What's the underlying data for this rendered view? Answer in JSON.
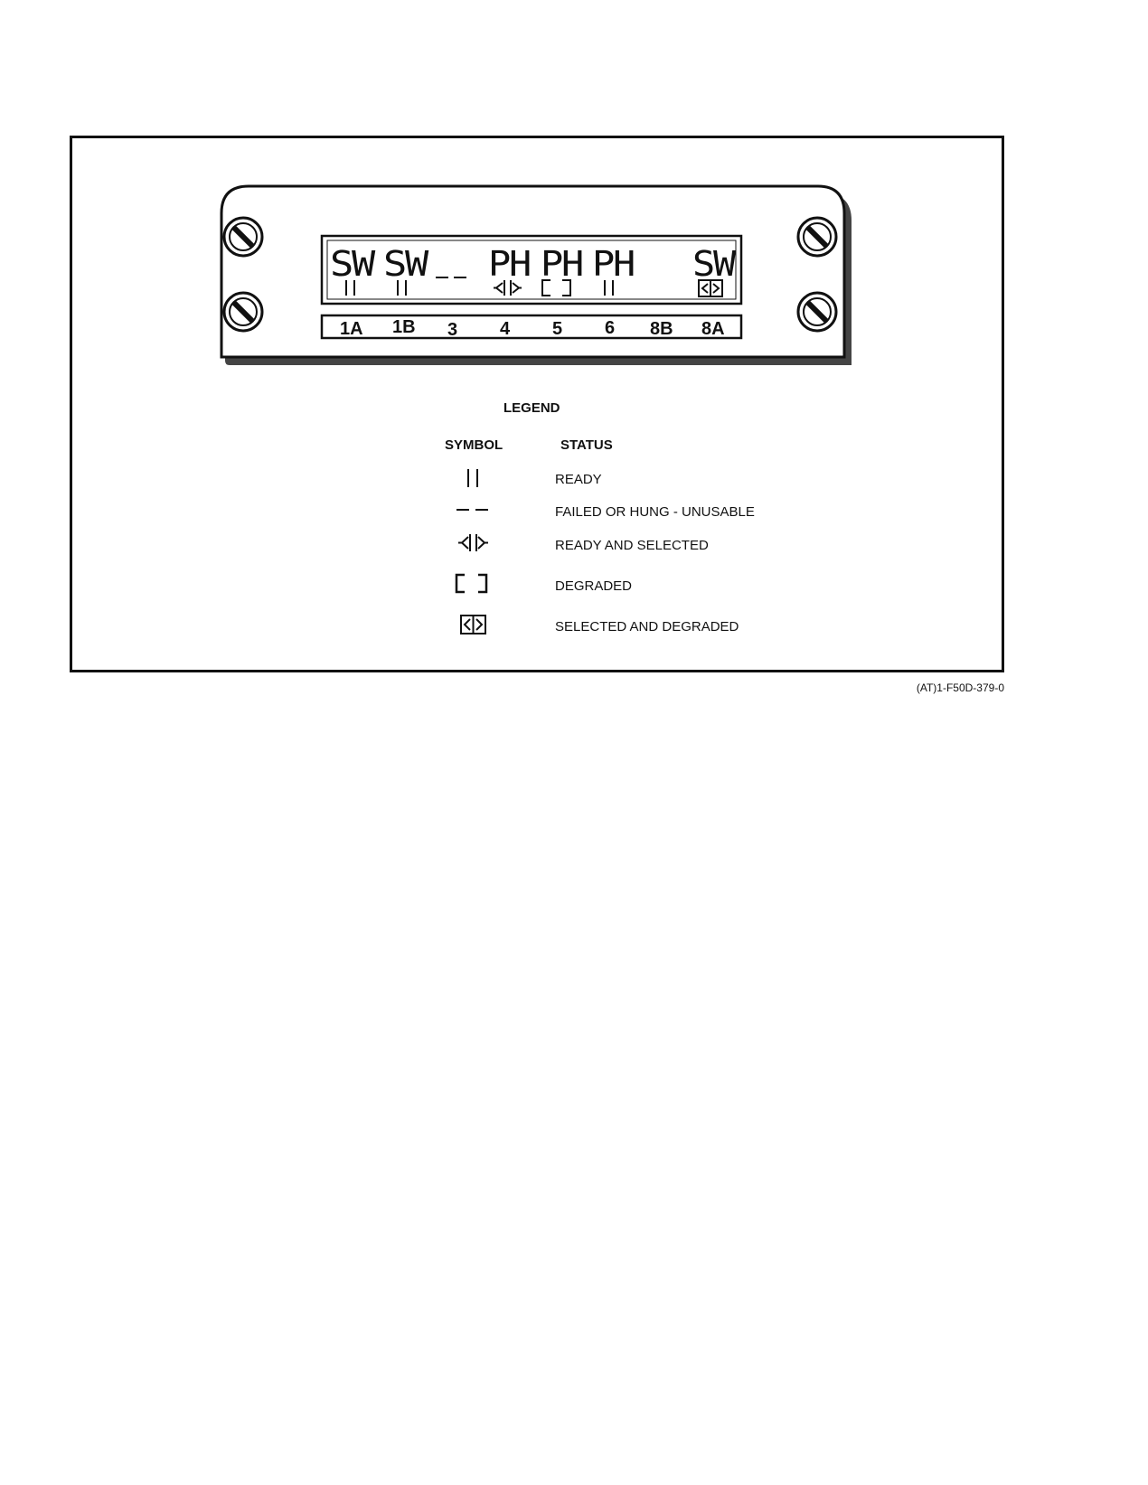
{
  "panel": {
    "mode_labels": [
      "SW",
      "SW",
      "PH",
      "PH",
      "PH",
      "SW"
    ],
    "stations": [
      "1A",
      "1B",
      "3",
      "4",
      "5",
      "6",
      "8B",
      "8A"
    ]
  },
  "legend": {
    "title": "LEGEND",
    "symbol_header": "SYMBOL",
    "status_header": "STATUS",
    "items": [
      {
        "symbol": "ready-symbol",
        "status": "READY"
      },
      {
        "symbol": "failed-symbol",
        "status": "FAILED OR HUNG - UNUSABLE"
      },
      {
        "symbol": "ready-selected-symbol",
        "status": "READY AND SELECTED"
      },
      {
        "symbol": "degraded-symbol",
        "status": "DEGRADED"
      },
      {
        "symbol": "selected-degraded-symbol",
        "status": "SELECTED AND DEGRADED"
      }
    ]
  },
  "figure_code": "(AT)1-F50D-379-0"
}
